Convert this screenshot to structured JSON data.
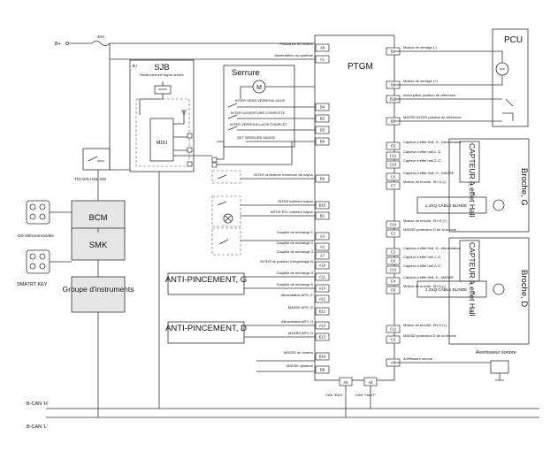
{
  "b_plus": "B+",
  "fuse": "40A",
  "sjb": {
    "title": "SJB",
    "relay": "Relais serrure hayon arrière",
    "b_plus": "B+",
    "module": "MDU"
  },
  "serrure": {
    "title": "Serrure",
    "motor": "M"
  },
  "serrure_switches": [
    "INTER SENS VERROUILLAGE",
    "INTER OUVERTURE COMPLÈTE",
    "INTER VERROUILLAGE COMPLET",
    "SET SERRURE MASSE"
  ],
  "tg_switch": "T/G O/S HDL SW",
  "ptgm": "PTGM",
  "modules": {
    "bcm": "BCM",
    "smk": "SMK",
    "cluster": "Groupe d'instruments",
    "remote_label": "Clé télécommandée",
    "smart_key_label": "SMATRT KEY"
  },
  "anti_g": "ANTI-PINCEMENT, G",
  "anti_d": "ANTI-PINCEMENT, D",
  "left_pins": [
    {
      "pin": "A8",
      "label": "Puissance du moteur"
    },
    {
      "pin": "A1",
      "label": "Alimentation du système"
    },
    {
      "pin": "B4",
      "label": ""
    },
    {
      "pin": "B2",
      "label": ""
    },
    {
      "pin": "B3",
      "label": ""
    },
    {
      "pin": "B6",
      "label": ""
    },
    {
      "pin": "B9",
      "label": "INTER ouverture/ fermeture du hayon"
    },
    {
      "pin": "B10",
      "label": "INTER intérieur hayon"
    },
    {
      "pin": "B1",
      "label": "INTER ÉCL intérieur hayon"
    },
    {
      "pin": "A3",
      "label": "Goupille de rechange 1"
    },
    {
      "pin": "A2",
      "label": "Goupille de rechange 2"
    },
    {
      "pin": "A7",
      "label": "Goupille de rechange 3"
    },
    {
      "pin": "A10",
      "label": "INTER de position d'engrenage N"
    },
    {
      "pin": "A11",
      "label": "Goupille de rechange 5"
    },
    {
      "pin": "A14",
      "label": "Goupille de rechange 6"
    },
    {
      "pin": "A12",
      "label": "Alimentation APS, G"
    },
    {
      "pin": "B12",
      "label": "MASSE APS, G"
    },
    {
      "pin": "A13",
      "label": "Alimentation APS, D"
    },
    {
      "pin": "B13",
      "label": "MASSE APS, D"
    },
    {
      "pin": "B14",
      "label": "MASSE du moteur"
    },
    {
      "pin": "B8",
      "label": "MASSE système"
    }
  ],
  "right_pins": [
    {
      "pin": "B1",
      "label": "Moteur de serrage (-)"
    },
    {
      "pin": "B6",
      "label": "Moteur de serrage (+)"
    },
    {
      "pin": "B11",
      "label": "Interrupteur position de référence"
    },
    {
      "pin": "B5",
      "label": "MASSE INTER position de référence"
    },
    {
      "pin": "C6",
      "label": "Capteur à effet Hall, G - Alimentation"
    },
    {
      "pin": "C12",
      "label": "Capteur à effet hall 1, G"
    },
    {
      "pin": "C13",
      "label": "Capteur à effet hall 2, G"
    },
    {
      "pin": "C5",
      "label": "Capteur à effet Hall, G - MASSE"
    },
    {
      "pin": "C7",
      "label": "Moteur de broche, SH G (-)"
    },
    {
      "pin": "C14",
      "label": "Moteur de broche, SH G (+)"
    },
    {
      "pin": "C1",
      "label": "MASSE protection G de la broche"
    },
    {
      "pin": "C2",
      "label": "Capteur à effet Hall, D - Alimentation"
    },
    {
      "pin": "C9",
      "label": "Capteur à effet hall 1, D"
    },
    {
      "pin": "C10",
      "label": "Capteur à effet hall 2, D"
    },
    {
      "pin": "C4",
      "label": "Capteur à effet Hall, D - MASSE"
    },
    {
      "pin": "C8",
      "label": "Moteur de broche, SH D (-)"
    },
    {
      "pin": "C11",
      "label": "Moteur de broche, SH D (+)"
    },
    {
      "pin": "C3",
      "label": "MASSE protection D de la broche"
    },
    {
      "pin": "A6",
      "label": "Avertisseur sonore"
    }
  ],
  "bottom_pins": [
    {
      "pin": "A5",
      "label": "CAN \"BAS\""
    },
    {
      "pin": "A4",
      "label": "CAN \"HAUT\""
    }
  ],
  "pcu": "PCU",
  "capteur_g": "CAPTEUR à effet Hall",
  "capteur_d": "CAPTEUR à effet Hall",
  "broche_g": "Broche, G",
  "broche_d": "Broche, D",
  "cable_g": "1,3SQ CÂBLE BLINDÉ",
  "cable_d": "1,3SQ CÂBLE BLINDÉ",
  "avertisseur": "Avertisseur sonore",
  "bus_h": "B-CAN 'H'",
  "bus_l": "B-CAN 'L'"
}
